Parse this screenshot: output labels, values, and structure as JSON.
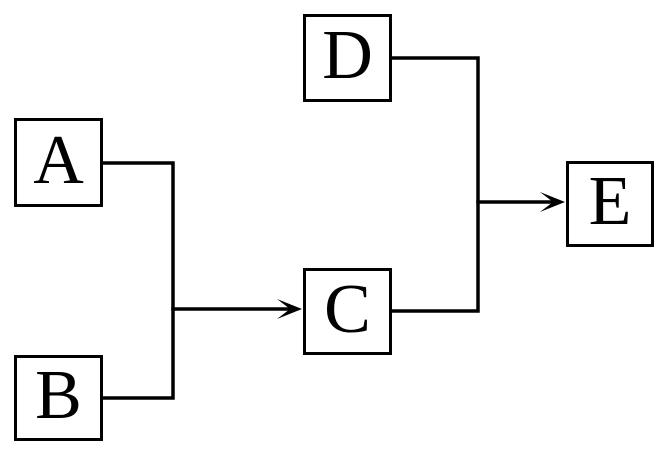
{
  "diagram": {
    "type": "flow-diagram",
    "background_color": "#ffffff",
    "stroke_color": "#000000",
    "nodes": [
      {
        "id": "A",
        "label": "A"
      },
      {
        "id": "B",
        "label": "B"
      },
      {
        "id": "C",
        "label": "C"
      },
      {
        "id": "D",
        "label": "D"
      },
      {
        "id": "E",
        "label": "E"
      }
    ],
    "edges": [
      {
        "from": [
          "A",
          "B"
        ],
        "to": "C",
        "style": "merge-then-arrow"
      },
      {
        "from": [
          "C",
          "D"
        ],
        "to": "E",
        "style": "merge-then-arrow"
      }
    ]
  }
}
